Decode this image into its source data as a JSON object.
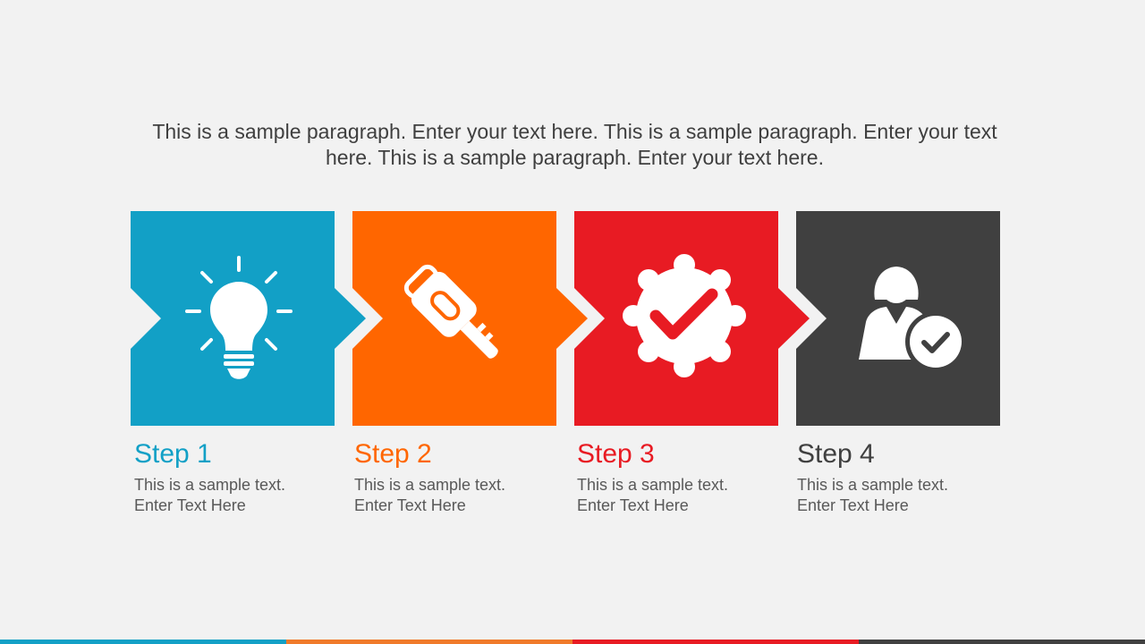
{
  "intro": {
    "line1": "This is a sample paragraph. Enter your text here. This is a sample paragraph. Enter your text",
    "line2": "here. This is a sample paragraph. Enter your text here."
  },
  "steps": [
    {
      "title": "Step 1",
      "desc_line1": "This is a sample text.",
      "desc_line2": "Enter Text Here",
      "icon": "lightbulb-icon",
      "color": "#12A0C6"
    },
    {
      "title": "Step 2",
      "desc_line1": "This is a sample text.",
      "desc_line2": "Enter Text Here",
      "icon": "key-icon",
      "color": "#FF6600"
    },
    {
      "title": "Step 3",
      "desc_line1": "This is a sample text.",
      "desc_line2": "Enter Text Here",
      "icon": "checkmark-badge-icon",
      "color": "#E81B23"
    },
    {
      "title": "Step 4",
      "desc_line1": "This is a sample text.",
      "desc_line2": "Enter Text Here",
      "icon": "approved-user-icon",
      "color": "#404040"
    }
  ],
  "colors": {
    "background": "#F2F2F2",
    "text": "#3F3F3F",
    "muted_text": "#595959"
  }
}
